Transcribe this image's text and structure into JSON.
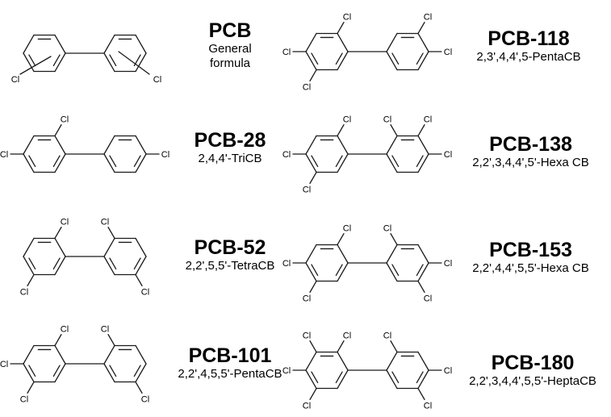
{
  "diagram_title": "",
  "compounds": [
    {
      "code": "PCB",
      "name": "General formula",
      "name_lines": [
        "General",
        "formula"
      ],
      "ringA": [],
      "ringB": [],
      "general": true
    },
    {
      "code": "PCB-118",
      "name": "2,3',4,4',5-PentaCB",
      "ringA": [
        2,
        4,
        5
      ],
      "ringB": [
        3,
        4
      ]
    },
    {
      "code": "PCB-28",
      "name": "2,4,4'-TriCB",
      "ringA": [
        2,
        4
      ],
      "ringB": [
        4
      ]
    },
    {
      "code": "PCB-138",
      "name": "2,2',3,4,4',5'-Hexa CB",
      "ringA": [
        2,
        4,
        5
      ],
      "ringB": [
        2,
        3,
        4
      ]
    },
    {
      "code": "PCB-52",
      "name": "2,2',5,5'-TetraCB",
      "ringA": [
        2,
        5
      ],
      "ringB": [
        2,
        5
      ]
    },
    {
      "code": "PCB-153",
      "name": "2,2',4,4',5,5'-Hexa CB",
      "ringA": [
        2,
        4,
        5
      ],
      "ringB": [
        2,
        4,
        5
      ]
    },
    {
      "code": "PCB-101",
      "name": "2,2',4,5,5'-PentaCB",
      "ringA": [
        2,
        4,
        5
      ],
      "ringB": [
        2,
        5
      ]
    },
    {
      "code": "PCB-180",
      "name": "2,2',3,4,4',5,5'-HeptaCB",
      "ringA": [
        2,
        3,
        4,
        5
      ],
      "ringB": [
        2,
        4,
        5
      ]
    }
  ],
  "atom_label": "Cl"
}
